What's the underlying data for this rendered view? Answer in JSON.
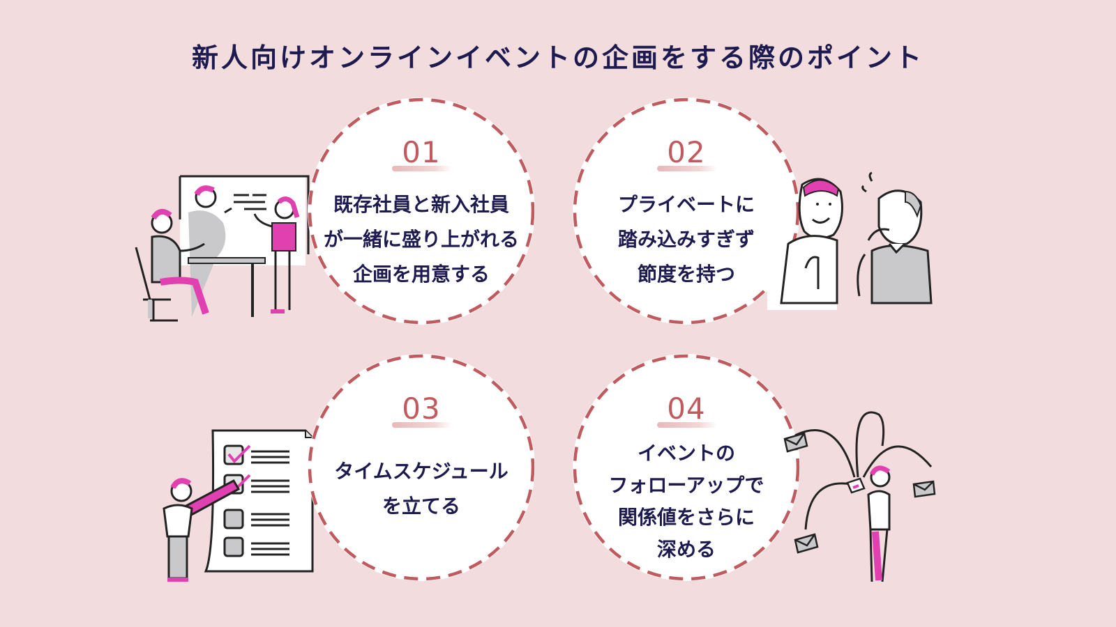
{
  "title": "新人向けオンラインイベントの企画をする際のポイント",
  "colors": {
    "background": "#f2dcdd",
    "circle_fill": "#ffffff",
    "dash": "#c05a5e",
    "number": "#c05a5e",
    "text": "#1c1a4e",
    "accent_magenta": "#e040b0",
    "gray": "#c9c9cb"
  },
  "points": [
    {
      "number": "01",
      "lines": [
        "既存社員と新入社員",
        "が一緒に盛り上がれる",
        "企画を用意する"
      ],
      "illustration": "meeting-whiteboard-illustration"
    },
    {
      "number": "02",
      "lines": [
        "プライベートに",
        "踏み込みすぎず",
        "節度を持つ"
      ],
      "illustration": "two-people-conversation-illustration"
    },
    {
      "number": "03",
      "lines": [
        "タイムスケジュール",
        "を立てる"
      ],
      "illustration": "checklist-pencil-illustration"
    },
    {
      "number": "04",
      "lines": [
        "イベントの",
        "フォローアップで",
        "関係値をさらに",
        "深める"
      ],
      "illustration": "sending-mail-illustration"
    }
  ]
}
